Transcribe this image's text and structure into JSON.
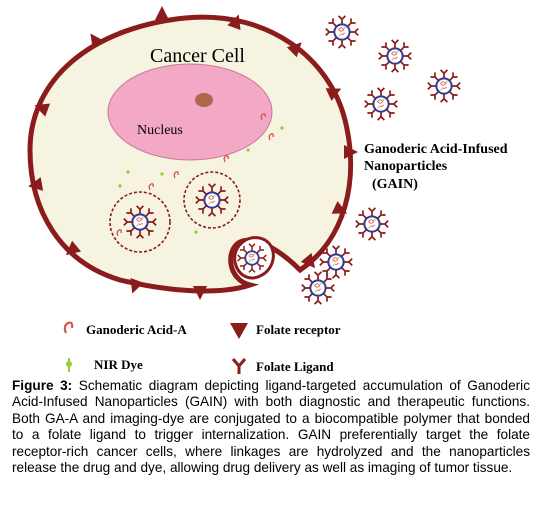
{
  "diagram": {
    "cell_label": "Cancer Cell",
    "nucleus_label": "Nucleus",
    "gain_label_line1": "Ganoderic Acid-Infused",
    "gain_label_line2": "Nanoparticles",
    "gain_label_line3": "(GAIN)",
    "colors": {
      "cell_fill": "#f6f3e1",
      "cell_border": "#8b1c1c",
      "nucleus_fill": "#f3a8c6",
      "nucleolus": "#b0674a",
      "receptor": "#8b1c1c",
      "nanoparticle_ring": "#2c3f9e",
      "drug": "#d9534f",
      "dye": "#9acd32"
    }
  },
  "legend": {
    "items": [
      {
        "label": "Ganoderic Acid-A",
        "icon": "drug-icon"
      },
      {
        "label": "Folate receptor",
        "icon": "receptor-icon"
      },
      {
        "label": "NIR Dye",
        "icon": "dye-icon"
      },
      {
        "label": "Folate Ligand",
        "icon": "ligand-icon"
      }
    ]
  },
  "caption": {
    "label": "Figure 3:",
    "text": " Schematic diagram depicting ligand-targeted accumulation of Ganoderic Acid-Infused Nanoparticles (GAIN) with both diagnostic and therapeutic functions. Both GA-A and imaging-dye are conjugated to a biocompatible polymer that bonded to a folate ligand to trigger internalization. GAIN preferentially target the folate receptor-rich cancer cells, where linkages are hydrolyzed and the nanoparticles release the drug and dye, allowing drug delivery as well as imaging of tumor tissue."
  }
}
